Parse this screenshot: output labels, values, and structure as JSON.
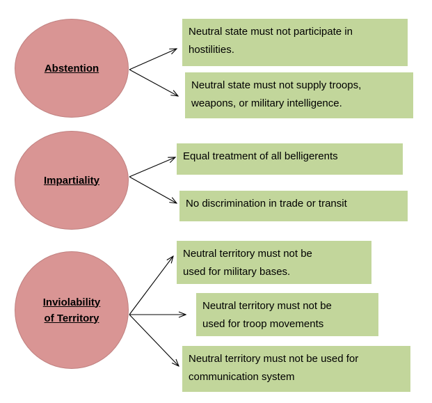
{
  "diagram": {
    "groups": [
      {
        "label": "Abstention",
        "items": [
          "Neutral state must not participate in\nhostilities.",
          "Neutral state must not supply troops,\nweapons, or military intelligence."
        ]
      },
      {
        "label": "Impartiality",
        "items": [
          "Equal treatment of all belligerents",
          "No discrimination in trade or transit"
        ]
      },
      {
        "label": "Inviolability\nof Territory",
        "items": [
          "Neutral territory must not be\nused for military bases.",
          "Neutral territory must not be\nused for troop movements",
          "Neutral territory must not be used for\ncommunication system"
        ]
      }
    ],
    "colors": {
      "circle_fill": "#d99594",
      "box_fill": "#c2d69b",
      "line": "#000000"
    }
  }
}
